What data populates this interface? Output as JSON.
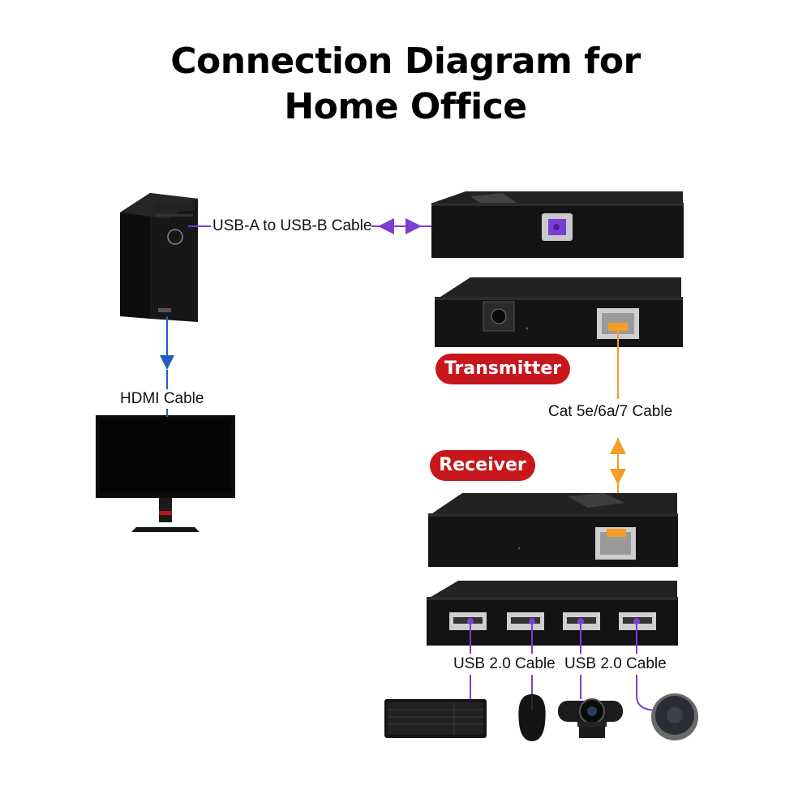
{
  "title": {
    "line1": "Connection Diagram for",
    "line2": "Home Office"
  },
  "labels": {
    "usb_ab_cable": "USB-A to USB-B Cable",
    "hdmi_cable": "HDMI Cable",
    "cat_cable": "Cat 5e/6a/7 Cable",
    "usb20_cable_left": "USB 2.0 Cable",
    "usb20_cable_right": "USB 2.0 Cable"
  },
  "badges": {
    "transmitter": "Transmitter",
    "receiver": "Receiver"
  },
  "colors": {
    "usb_line": "#7a3fd0",
    "hdmi_line": "#1f5fbf",
    "cat_line": "#f39c26",
    "badge_red": "#c8161d",
    "device_dark": "#141414"
  },
  "icons": [
    "pc-tower-icon",
    "monitor-icon",
    "keyboard-icon",
    "mouse-icon",
    "webcam-icon",
    "speakerphone-icon"
  ]
}
